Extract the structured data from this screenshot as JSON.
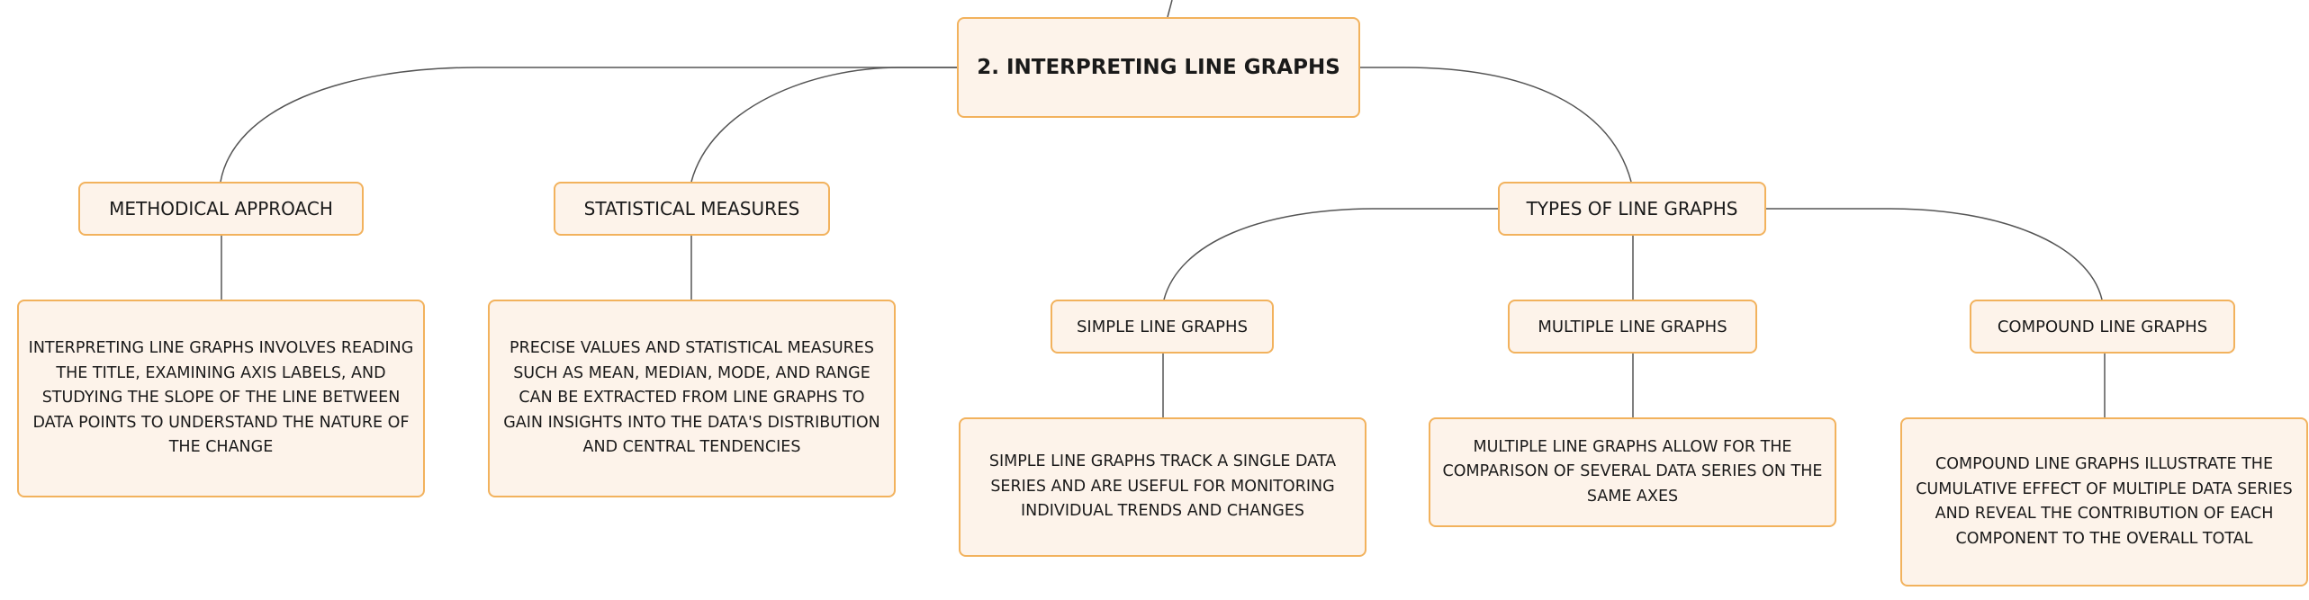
{
  "map": {
    "root": "2. INTERPRETING LINE GRAPHS",
    "branches": {
      "methodical": {
        "label": "METHODICAL APPROACH",
        "description": "INTERPRETING LINE GRAPHS INVOLVES READING THE TITLE, EXAMINING AXIS LABELS, AND STUDYING THE SLOPE OF THE LINE BETWEEN DATA POINTS TO UNDERSTAND THE NATURE OF THE CHANGE"
      },
      "statistical": {
        "label": "STATISTICAL MEASURES",
        "description": "PRECISE VALUES AND STATISTICAL MEASURES SUCH AS MEAN, MEDIAN, MODE, AND RANGE CAN BE EXTRACTED FROM LINE GRAPHS TO GAIN INSIGHTS INTO THE DATA'S DISTRIBUTION AND CENTRAL TENDENCIES"
      },
      "types": {
        "label": "TYPES OF LINE GRAPHS",
        "children": {
          "simple": {
            "label": "SIMPLE LINE GRAPHS",
            "description": "SIMPLE LINE GRAPHS TRACK A SINGLE DATA SERIES AND ARE USEFUL FOR MONITORING INDIVIDUAL TRENDS AND CHANGES"
          },
          "multiple": {
            "label": "MULTIPLE LINE GRAPHS",
            "description": "MULTIPLE LINE GRAPHS ALLOW FOR THE COMPARISON OF SEVERAL DATA SERIES ON THE SAME AXES"
          },
          "compound": {
            "label": "COMPOUND LINE GRAPHS",
            "description": "COMPOUND LINE GRAPHS ILLUSTRATE THE CUMULATIVE EFFECT OF MULTIPLE DATA SERIES AND REVEAL THE CONTRIBUTION OF EACH COMPONENT TO THE OVERALL TOTAL"
          }
        }
      }
    }
  },
  "colors": {
    "node_fill": "#fdf3ea",
    "node_border": "#f2b25d",
    "connector": "#555555",
    "text": "#1a1a1a"
  }
}
